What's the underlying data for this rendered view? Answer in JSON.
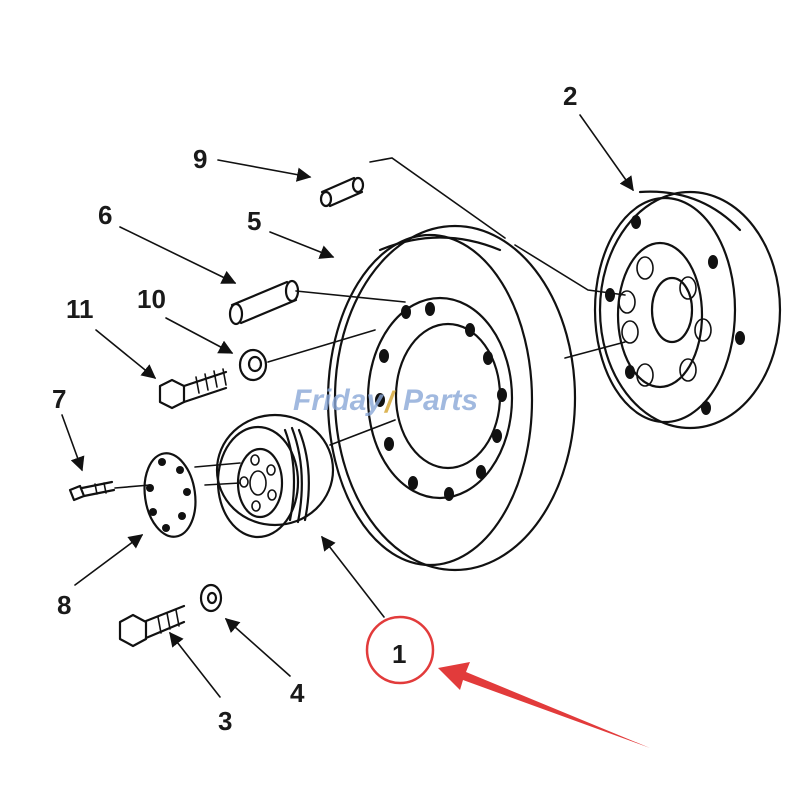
{
  "watermark": {
    "part1": "Friday",
    "part2": "Parts"
  },
  "callouts": {
    "c1": "1",
    "c2": "2",
    "c3": "3",
    "c4": "4",
    "c5": "5",
    "c6": "6",
    "c7": "7",
    "c8": "8",
    "c9": "9",
    "c10": "10",
    "c11": "11"
  },
  "highlight": {
    "target": "1",
    "color": "#e23b3b"
  }
}
